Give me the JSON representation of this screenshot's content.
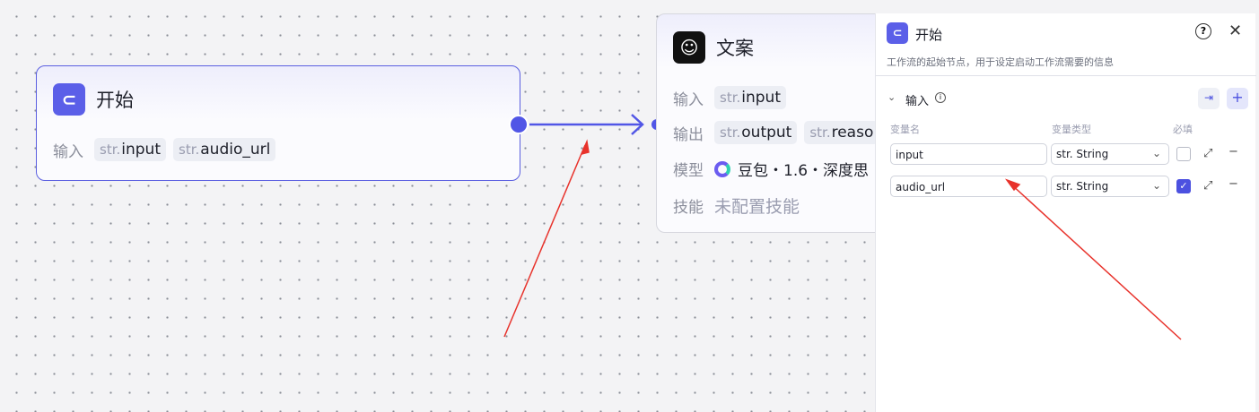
{
  "start_node": {
    "title": "开始",
    "input_label": "输入",
    "inputs": [
      {
        "type": "str.",
        "name": "input"
      },
      {
        "type": "str.",
        "name": "audio_url"
      }
    ]
  },
  "wenan_node": {
    "title": "文案",
    "input_label": "输入",
    "inputs": [
      {
        "type": "str.",
        "name": "input"
      }
    ],
    "output_label": "输出",
    "outputs": [
      {
        "type": "str.",
        "name": "output"
      },
      {
        "type": "str.",
        "name": "reaso"
      }
    ],
    "model_label": "模型",
    "model": "豆包・1.6・深度思",
    "skill_label": "技能",
    "skill": "未配置技能"
  },
  "panel": {
    "title": "开始",
    "description": "工作流的起始节点，用于设定启动工作流需要的信息",
    "section": "输入",
    "col_name": "变量名",
    "col_type": "变量类型",
    "col_required": "必填",
    "variables": [
      {
        "name": "input",
        "type": "str. String",
        "required": false
      },
      {
        "name": "audio_url",
        "type": "str. String",
        "required": true
      }
    ]
  },
  "colors": {
    "accent": "#5156e6",
    "annotation": "#e8322b"
  }
}
